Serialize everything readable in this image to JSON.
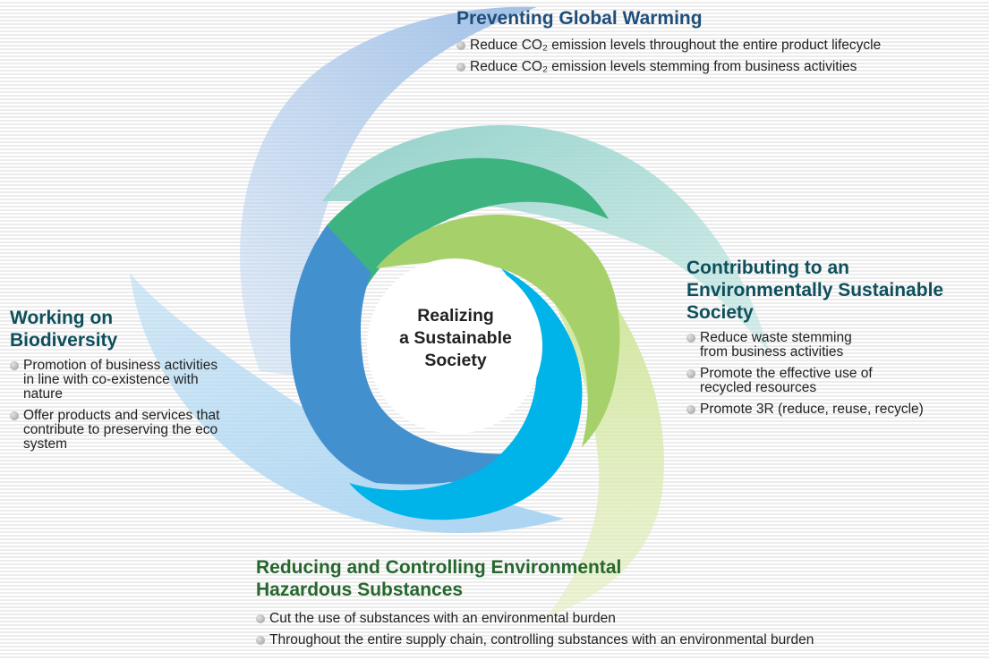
{
  "colors": {
    "global_warming_band": "#9fbfe6",
    "sustainable_society_band": "#92d1c9",
    "biodiversity_band": "#b8dcf4",
    "hazardous_band": "#d5e8a6",
    "inner_green": "#3db37f",
    "inner_blue": "#4390cf",
    "inner_cyan": "#00b3e8",
    "inner_lime": "#a6d06a",
    "heading_blue": "#1f4e79",
    "heading_teal": "#0e4f5c",
    "heading_green": "#26672d"
  },
  "center": {
    "lines": [
      "Realizing",
      "a Sustainable",
      "Society"
    ]
  },
  "global_warming": {
    "heading": [
      "Preventing Global Warming"
    ],
    "items": [
      [
        "Reduce CO₂ emission levels throughout the entire product lifecycle"
      ],
      [
        "Reduce CO₂ emission levels stemming from business activities"
      ]
    ]
  },
  "sustainable_society": {
    "heading": [
      "Contributing to an",
      "Environmentally Sustainable",
      "Society"
    ],
    "items": [
      [
        "Reduce waste stemming",
        "from business activities"
      ],
      [
        "Promote the effective use of",
        "recycled resources"
      ],
      [
        "Promote 3R (reduce, reuse, recycle)"
      ]
    ]
  },
  "biodiversity": {
    "heading": [
      "Working on",
      "Biodiversity"
    ],
    "items": [
      [
        "Promotion of business activities",
        "in line with co-existence with",
        "nature"
      ],
      [
        "Offer products and services that",
        "contribute to preserving the eco",
        "system"
      ]
    ]
  },
  "hazardous_substances": {
    "heading": [
      "Reducing and Controlling Environmental",
      "Hazardous Substances"
    ],
    "items": [
      [
        "Cut the use of substances with an environmental burden"
      ],
      [
        "Throughout the entire supply chain, controlling substances with an environmental burden"
      ]
    ]
  }
}
